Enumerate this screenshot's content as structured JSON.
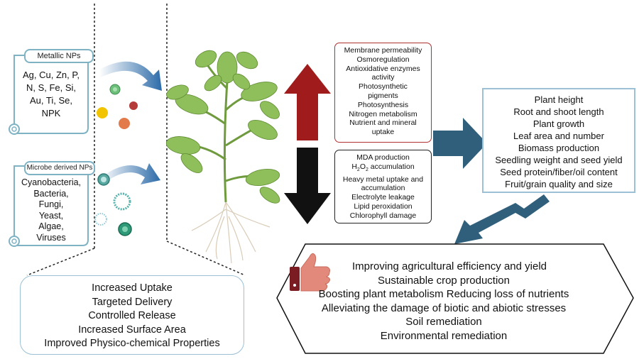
{
  "metallic": {
    "title": "Metallic NPs",
    "lines": [
      "Ag, Cu, Zn, P,",
      "N, S, Fe, Si,",
      "Au, Ti, Se,",
      "NPK"
    ]
  },
  "microbe": {
    "title": "Microbe derived NPs",
    "lines": [
      "Cyanobacteria,",
      "Bacteria,",
      "Fungi,",
      "Yeast,",
      "Algae,",
      "Viruses"
    ]
  },
  "benefits": {
    "lines": [
      "Increased Uptake",
      "Targeted Delivery",
      "Controlled Release",
      "Increased Surface Area",
      "Improved Physico-chemical Properties"
    ]
  },
  "increase_box": {
    "lines": [
      "Membrane permeability",
      "Osmoregulation",
      "Antioxidative enzymes",
      "activity",
      "Photosynthetic",
      "pigments",
      "Photosynthesis",
      "Nitrogen metabolism",
      "Nutrient and mineral",
      "uptake"
    ]
  },
  "decrease_box": {
    "line1": "MDA production",
    "h2o2_prefix": "H",
    "h2o2_sub1": "2",
    "h2o2_mid": "O",
    "h2o2_sub2": "2",
    "h2o2_suffix": " accumulation",
    "lines_rest": [
      "Heavy metal uptake and",
      "accumulation",
      "Electrolyte leakage",
      "Lipid peroxidation",
      "Chlorophyll damage"
    ]
  },
  "outcomes": {
    "lines": [
      "Plant height",
      "Root and shoot length",
      "Plant growth",
      "Leaf area and number",
      "Biomass production",
      "Seedling weight and seed yield",
      "Seed protein/fiber/oil content",
      "Fruit/grain quality and size"
    ]
  },
  "final": {
    "lines": [
      "Improving agricultural efficiency and  yield",
      "Sustainable crop production",
      "Boosting plant metabolism Reducing loss of nutrients",
      "Alleviating the damage of biotic and abiotic stresses",
      "Soil remediation",
      "Environmental remediation"
    ]
  },
  "colors": {
    "up_arrow": "#a01c1c",
    "down_arrow": "#111111",
    "blue_arrow": "#2f5f7a",
    "border_blue": "#9cc0d6",
    "leaf": "#8fbf5a"
  },
  "icons": [
    "thumbs-up-icon",
    "tomato-plant-icon",
    "nanoparticle-icon",
    "scroll-icon"
  ]
}
